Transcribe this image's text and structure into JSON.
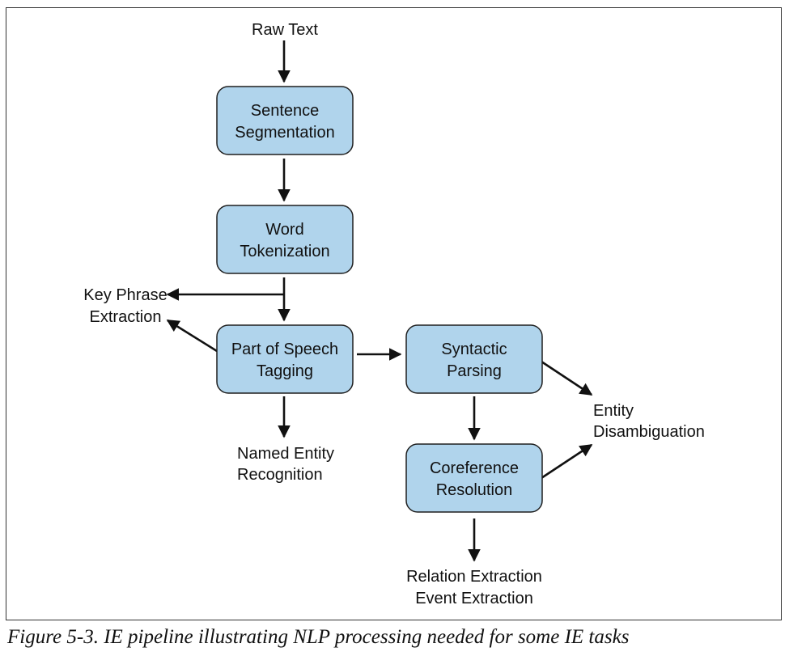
{
  "nodes": {
    "raw_text": "Raw Text",
    "sentence_segmentation": [
      "Sentence",
      "Segmentation"
    ],
    "word_tokenization": [
      "Word",
      "Tokenization"
    ],
    "key_phrase_extraction": [
      "Key Phrase",
      "Extraction"
    ],
    "pos_tagging": [
      "Part of Speech",
      "Tagging"
    ],
    "syntactic_parsing": [
      "Syntactic",
      "Parsing"
    ],
    "named_entity_recognition": [
      "Named Entity",
      "Recognition"
    ],
    "entity_disambiguation": [
      "Entity",
      "Disambiguation"
    ],
    "coreference_resolution": [
      "Coreference",
      "Resolution"
    ],
    "relation_event_extraction": [
      "Relation Extraction",
      "Event Extraction"
    ]
  },
  "colors": {
    "box_fill": "#b0d4ec",
    "box_stroke": "#1f1f1f",
    "arrow": "#111111"
  },
  "caption": "Figure 5-3. IE pipeline illustrating NLP processing needed for some IE tasks"
}
